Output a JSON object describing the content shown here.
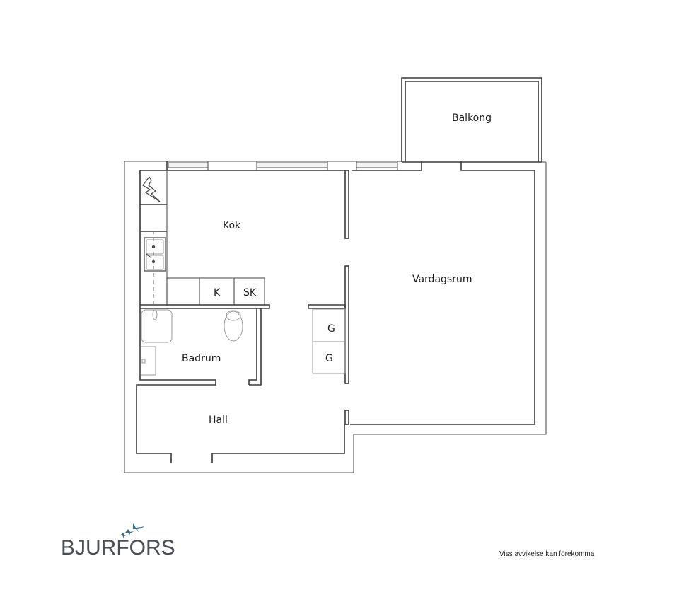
{
  "floorplan": {
    "rooms": [
      {
        "id": "kok",
        "label": "Kök"
      },
      {
        "id": "vardagsrum",
        "label": "Vardagsrum"
      },
      {
        "id": "balkong",
        "label": "Balkong"
      },
      {
        "id": "badrum",
        "label": "Badrum"
      },
      {
        "id": "hall",
        "label": "Hall"
      }
    ],
    "cabinets": {
      "kyl": "K",
      "skafferi": "SK",
      "garderob_1": "G",
      "garderob_2": "G"
    },
    "icons": [
      "stove-lightning-icon",
      "double-sink-icon",
      "bathtub-icon",
      "toilet-icon",
      "washbasin-icon"
    ]
  },
  "branding": {
    "logo_text": "BJURFORS",
    "logo_icon": "birds-icon",
    "logo_color": "#4a4f55",
    "birds_color": "#3f6b84"
  },
  "footer": {
    "disclaimer": "Viss avvikelse kan förekomma"
  }
}
